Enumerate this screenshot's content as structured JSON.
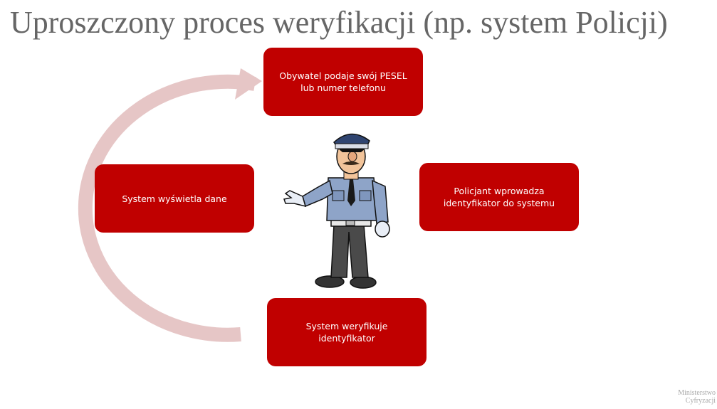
{
  "slide": {
    "title": "Uproszczony proces weryfikacji (np. system Policji)"
  },
  "cycle": {
    "steps": [
      {
        "text": "Obywatel podaje swój PESEL lub numer telefonu"
      },
      {
        "text": "Policjant wprowadza identyfikator do systemu"
      },
      {
        "text": "System weryfikuje identyfikator"
      },
      {
        "text": "System wyświetla dane"
      }
    ]
  },
  "footer": {
    "logo_line1": "Ministerstwo",
    "logo_line2": "Cyfryzacji"
  },
  "colors": {
    "box_fill": "#c00000",
    "ring": "#e6c6c6",
    "title": "#666666"
  }
}
